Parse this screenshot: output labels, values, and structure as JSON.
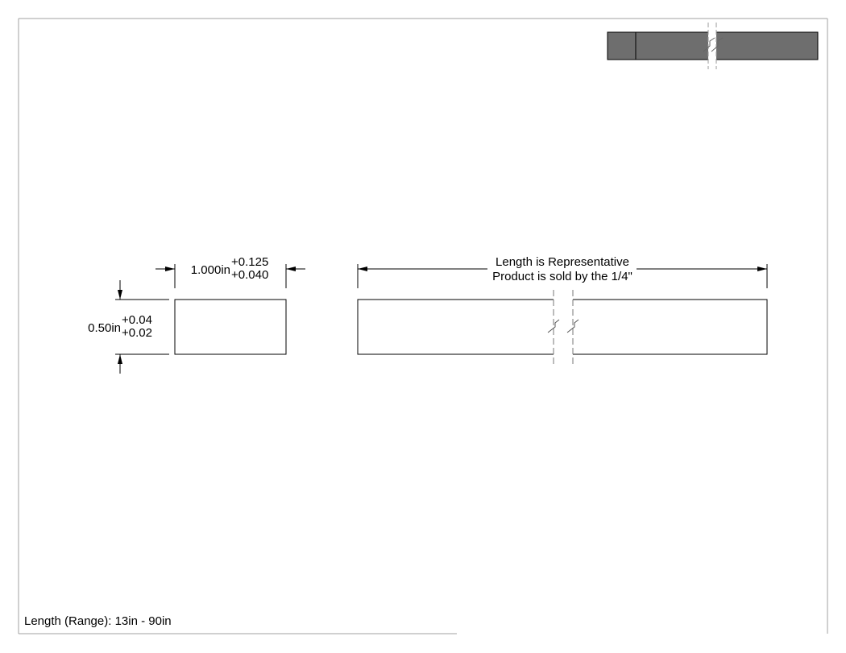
{
  "width_dimension": {
    "nominal": "1.000in",
    "upper_tolerance": "+0.125",
    "lower_tolerance": "+0.040"
  },
  "thickness_dimension": {
    "nominal": "0.50in",
    "upper_tolerance": "+0.04",
    "lower_tolerance": "+0.02"
  },
  "length_note": {
    "line1": "Length is Representative",
    "line2": "Product is sold by the 1/4\""
  },
  "footer": {
    "length_range": "Length (Range): 13in - 90in"
  },
  "colors": {
    "line": "#000000",
    "bar_fill": "#6e6e6e",
    "frame": "#a0a0a0"
  }
}
